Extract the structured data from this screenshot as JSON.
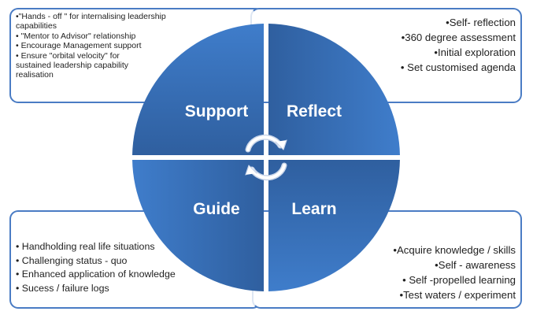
{
  "diagram": {
    "quadrants": [
      {
        "id": "support",
        "label": "Support",
        "position": "top-left"
      },
      {
        "id": "reflect",
        "label": "Reflect",
        "position": "top-right"
      },
      {
        "id": "guide",
        "label": "Guide",
        "position": "bottom-left"
      },
      {
        "id": "learn",
        "label": "Learn",
        "position": "bottom-right"
      }
    ],
    "center_icon": "cycle-arrows-icon",
    "colors": {
      "quadrant_light": "#3d7cc9",
      "quadrant_dark": "#2e5f9e",
      "box_border": "#4a7cc4",
      "text": "#1f1f1f"
    }
  },
  "boxes": {
    "support": {
      "items": [
        "•\"Hands - off \" for internalising leadership capabilities",
        "• \"Mentor to Advisor\" relationship",
        "• Encourage Management support",
        "• Ensure \"orbital velocity\" for sustained leadership capability realisation"
      ]
    },
    "reflect": {
      "items": [
        "•Self- reflection",
        "•360 degree assessment",
        "•Initial exploration",
        "• Set customised agenda"
      ]
    },
    "guide": {
      "items": [
        "• Handholding real life situations",
        "• Challenging status - quo",
        "• Enhanced application of knowledge",
        "• Sucess / failure logs"
      ]
    },
    "learn": {
      "items": [
        "•Acquire knowledge / skills",
        "•Self - awareness",
        "• Self -propelled learning",
        "•Test waters / experiment"
      ]
    }
  }
}
